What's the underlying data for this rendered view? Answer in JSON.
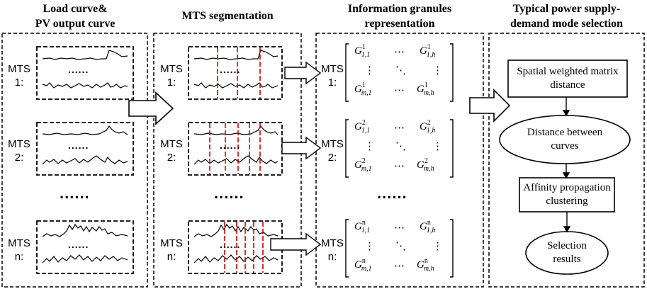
{
  "headers": {
    "col1_line1": "Load curve&",
    "col1_line2": "PV output curve",
    "col2": "MTS segmentation",
    "col3_line1": "Information granules",
    "col3_line2": "representation",
    "col4_line1": "Typical power supply-",
    "col4_line2": "demand mode selection"
  },
  "mts_labels": {
    "a_line1": "MTS",
    "a_line2": "1:",
    "b_line1": "MTS",
    "b_line2": "2:",
    "c_line1": "MTS",
    "c_line2": "n:"
  },
  "ellipsis": "......",
  "matrices": {
    "m1": {
      "sup": "1",
      "g11_sub": "1,1",
      "g1h_sub": "1,h",
      "gm1_sub": "m,1",
      "gmh_sub": "m,h"
    },
    "m2": {
      "sup": "2",
      "g11_sub": "1,1",
      "g1h_sub": "1,h",
      "gm1_sub": "m,1",
      "gmh_sub": "m,h"
    },
    "m3": {
      "sup": "n",
      "g11_sub": "1,1",
      "g1h_sub": "1,h",
      "gm1_sub": "m,1",
      "gmh_sub": "m,h"
    },
    "g": "G",
    "hdots": "⋯",
    "vdots": "⋮",
    "ddots": "⋱"
  },
  "flow": {
    "step1": "Spatial weighted matrix distance",
    "step2": "Distance between curves",
    "step3": "Affinity propagation clustering",
    "step4": "Selection results"
  }
}
